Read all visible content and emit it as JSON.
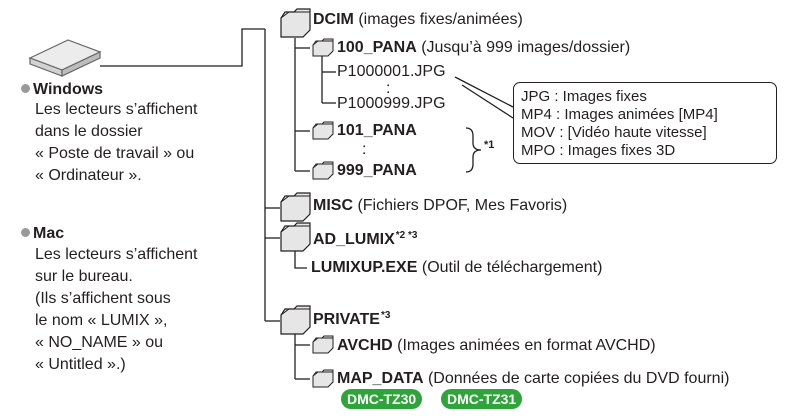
{
  "left": {
    "windows": {
      "heading": "Windows",
      "lines": [
        "Les lecteurs s’affichent",
        "dans le dossier",
        "« Poste de travail » ou",
        "« Ordinateur »."
      ]
    },
    "mac": {
      "heading": "Mac",
      "lines": [
        "Les lecteurs s’affichent",
        "sur le bureau.",
        "(Ils s’affichent sous",
        "le nom « LUMIX »,",
        "« NO_NAME » ou",
        "« Untitled ».)"
      ]
    }
  },
  "tree": {
    "dcim": {
      "name": "DCIM",
      "desc": "(images fixes/animées)"
    },
    "pana100": {
      "name": "100_PANA",
      "desc": "(Jusqu’à 999 images/dossier)"
    },
    "file_first": "P1000001.JPG",
    "file_last": "P1000999.JPG",
    "ellipsis": ":",
    "pana101": {
      "name": "101_PANA"
    },
    "pana999": {
      "name": "999_PANA"
    },
    "note1": "*1",
    "misc": {
      "name": "MISC",
      "desc": "(Fichiers DPOF, Mes Favoris)"
    },
    "ad_lumix": {
      "name": "AD_LUMIX",
      "sup": "*2 *3"
    },
    "lumixup": {
      "name": "LUMIXUP.EXE",
      "desc": "(Outil de téléchargement)"
    },
    "private": {
      "name": "PRIVATE",
      "sup": "*3"
    },
    "avchd": {
      "name": "AVCHD",
      "desc": "(Images animées en format AVCHD)"
    },
    "map_data": {
      "name": "MAP_DATA",
      "desc": "(Données de carte copiées du DVD fourni)"
    }
  },
  "callout": {
    "lines": [
      "JPG : Images fixes",
      "MP4 : Images animées [MP4]",
      "MOV : [Vidéo haute vitesse]",
      "MPO : Images fixes 3D"
    ]
  },
  "badges": [
    "DMC-TZ30",
    "DMC-TZ31"
  ],
  "colors": {
    "text": "#231f20",
    "folder_fill": "#e6e6e6",
    "badge_green": "#2fa43a",
    "bullet": "#9a9a9a"
  }
}
